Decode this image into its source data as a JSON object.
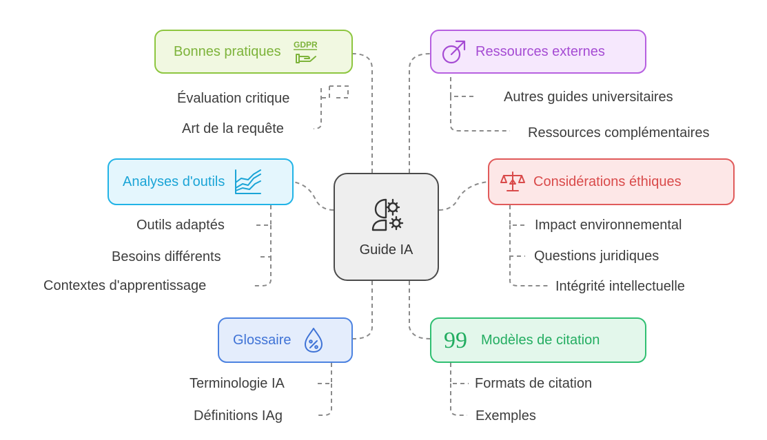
{
  "center": {
    "label": "Guide IA",
    "icon": "ai-head-gears-icon"
  },
  "branches": {
    "bonnes_pratiques": {
      "label": "Bonnes pratiques",
      "icon": "gdpr-hand-icon",
      "icon_text": "GDPR",
      "color": "#8dc63f",
      "fill": "#f1f8e1",
      "children": [
        "Évaluation critique",
        "Art de la requête"
      ]
    },
    "ressources_externes": {
      "label": "Ressources externes",
      "icon": "external-link-arrow-icon",
      "color": "#b65fe0",
      "fill": "#f6e8fd",
      "children": [
        "Autres guides universitaires",
        "Ressources complémentaires"
      ]
    },
    "analyses_outils": {
      "label": "Analyses d'outils",
      "icon": "area-chart-icon",
      "color": "#21b3e6",
      "fill": "#e4f6fd",
      "children": [
        "Outils adaptés",
        "Besoins différents",
        "Contextes d'apprentissage"
      ]
    },
    "considerations_ethiques": {
      "label": "Considérations éthiques",
      "icon": "balance-scale-icon",
      "color": "#e05a5a",
      "fill": "#fde7e7",
      "children": [
        "Impact environnemental",
        "Questions juridiques",
        "Intégrité intellectuelle"
      ]
    },
    "glossaire": {
      "label": "Glossaire",
      "icon": "percent-drop-icon",
      "color": "#4c82e0",
      "fill": "#e4edfc",
      "children": [
        "Terminologie IA",
        "Définitions IAg"
      ]
    },
    "modeles_citation": {
      "label": "Modèles de citation",
      "icon": "quote-marks-icon",
      "icon_text": "99",
      "color": "#2fbf71",
      "fill": "#e3f7eb",
      "children": [
        "Formats de citation",
        "Exemples"
      ]
    }
  },
  "connector_color": "#8a8a8a"
}
